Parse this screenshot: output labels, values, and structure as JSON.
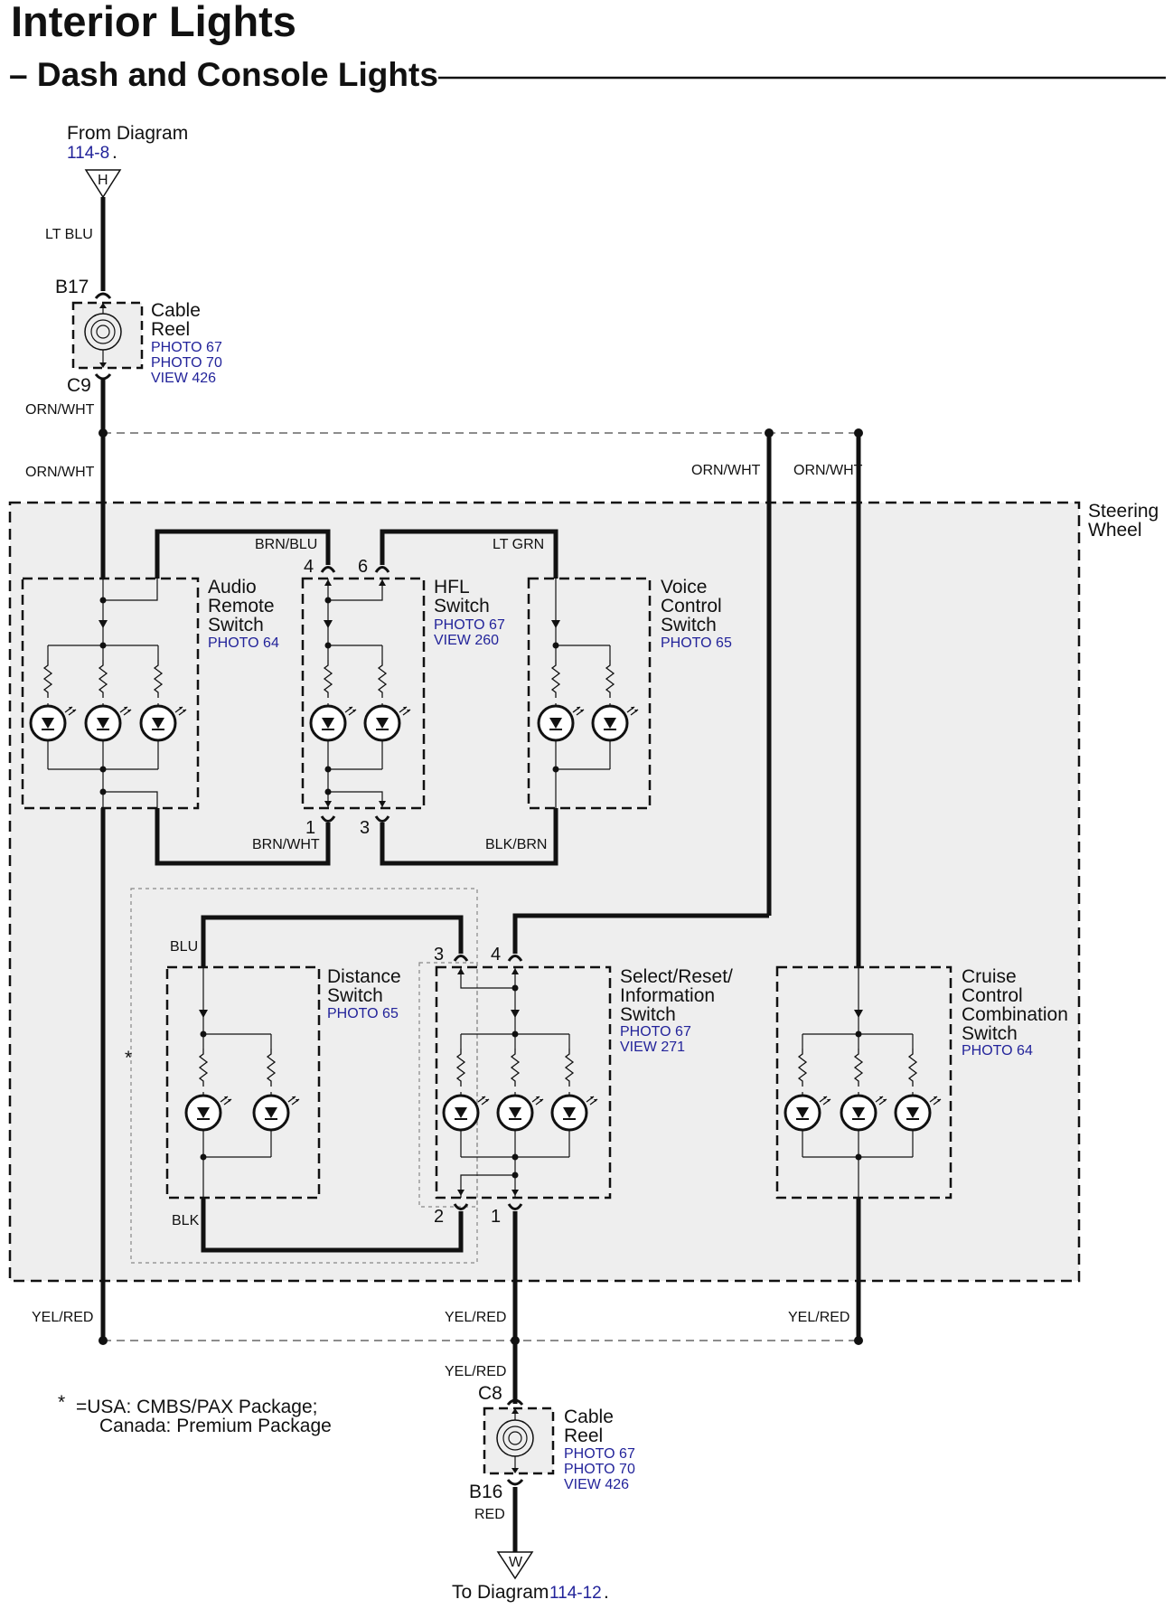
{
  "header": {
    "title": "Interior Lights",
    "subtitle": "– Dash and Console Lights"
  },
  "top_source": {
    "from_text": "From Diagram",
    "from_link": "114-8",
    "from_suffix": ".",
    "connector_letter": "H",
    "wire": "LT BLU"
  },
  "cable_reel_top": {
    "pin_top": "B17",
    "pin_bottom": "C9",
    "name_line1": "Cable",
    "name_line2": "Reel",
    "refs": [
      "PHOTO 67",
      "PHOTO 70",
      "VIEW 426"
    ]
  },
  "wires": {
    "orn_wht_upper": "ORN/WHT",
    "orn_wht_left": "ORN/WHT",
    "orn_wht_mid": "ORN/WHT",
    "orn_wht_right": "ORN/WHT",
    "brn_blu": "BRN/BLU",
    "lt_grn": "LT GRN",
    "brn_wht": "BRN/WHT",
    "blk_brn": "BLK/BRN",
    "blu": "BLU",
    "blk": "BLK",
    "yel_red_left": "YEL/RED",
    "yel_red_mid": "YEL/RED",
    "yel_red_right": "YEL/RED",
    "yel_red_lower": "YEL/RED",
    "red": "RED"
  },
  "steering_wheel": {
    "line1": "Steering",
    "line2": "Wheel"
  },
  "switches": {
    "audio": {
      "lines": [
        "Audio",
        "Remote",
        "Switch"
      ],
      "refs": [
        "PHOTO 64"
      ]
    },
    "hfl": {
      "lines": [
        "HFL",
        "Switch"
      ],
      "refs": [
        "PHOTO 67",
        "VIEW 260"
      ],
      "pins": [
        "4",
        "6",
        "1",
        "3"
      ]
    },
    "voice": {
      "lines": [
        "Voice",
        "Control",
        "Switch"
      ],
      "refs": [
        "PHOTO 65"
      ]
    },
    "distance": {
      "lines": [
        "Distance",
        "Switch"
      ],
      "refs": [
        "PHOTO 65"
      ]
    },
    "select": {
      "lines": [
        "Select/Reset/",
        "Information",
        "Switch"
      ],
      "refs": [
        "PHOTO 67",
        "VIEW 271"
      ],
      "pins": [
        "3",
        "4",
        "2",
        "1"
      ]
    },
    "cruise": {
      "lines": [
        "Cruise",
        "Control",
        "Combination",
        "Switch"
      ],
      "refs": [
        "PHOTO 64"
      ]
    }
  },
  "asterisk": "*",
  "footnote": {
    "mark": "*",
    "line1": "=USA: CMBS/PAX Package;",
    "line2": "Canada: Premium Package"
  },
  "cable_reel_bottom": {
    "pin_top": "C8",
    "pin_bottom": "B16",
    "name_line1": "Cable",
    "name_line2": "Reel",
    "refs": [
      "PHOTO 67",
      "PHOTO 70",
      "VIEW 426"
    ]
  },
  "bottom_dest": {
    "connector_letter": "W",
    "to_text": "To Diagram",
    "to_link": "114-12",
    "to_suffix": "."
  }
}
